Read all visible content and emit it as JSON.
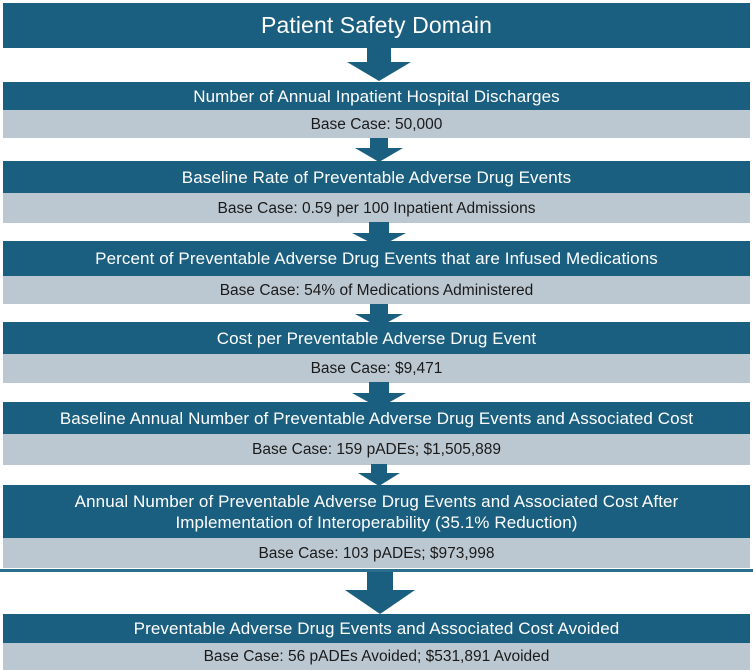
{
  "theme": {
    "primary_blue": "#1B5F80",
    "band_gray": "#BCC8D1",
    "divider_blue": "#2A6E8E",
    "title_text_color": "#FFFFFF",
    "sub_text_color": "#1A1A1A",
    "page_background": "#FFFFFF"
  },
  "diagram": {
    "type": "flowchart",
    "orientation": "top-to-bottom",
    "title": "Patient Safety Domain",
    "connector_icon": "down-arrow-icon",
    "nodes": [
      {
        "id": "domain-title",
        "title": "Patient Safety Domain",
        "subtitle": null
      },
      {
        "id": "discharges",
        "title": "Number of Annual Inpatient Hospital Discharges",
        "subtitle": "Base Case: 50,000"
      },
      {
        "id": "baseline-rate",
        "title": "Baseline Rate of Preventable Adverse Drug Events",
        "subtitle": "Base Case: 0.59 per 100 Inpatient Admissions"
      },
      {
        "id": "percent-infused",
        "title": "Percent of Preventable Adverse Drug Events that are Infused Medications",
        "subtitle": "Base Case: 54% of Medications Administered"
      },
      {
        "id": "cost-per-pade",
        "title": "Cost per Preventable Adverse Drug Event",
        "subtitle": "Base Case: $9,471"
      },
      {
        "id": "baseline-annual",
        "title": "Baseline Annual Number of Preventable Adverse Drug Events and Associated Cost",
        "subtitle": "Base Case: 159 pADEs; $1,505,889"
      },
      {
        "id": "post-interop",
        "title_line_1": "Annual Number of Preventable Adverse Drug Events and Associated Cost After",
        "title_line_2": "Implementation of Interoperability (35.1% Reduction)",
        "subtitle": "Base Case: 103 pADEs; $973,998"
      },
      {
        "id": "avoided",
        "title": "Preventable Adverse Drug Events and Associated Cost Avoided",
        "subtitle": "Base Case: 56 pADEs Avoided; $531,891 Avoided"
      }
    ]
  }
}
